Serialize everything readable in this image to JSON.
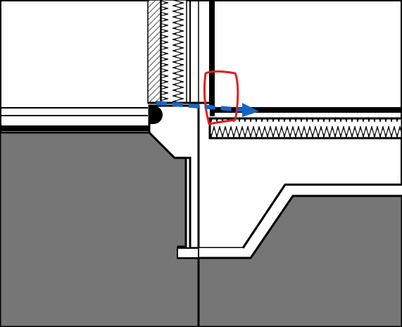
{
  "colors": {
    "background": "#ffffff",
    "concrete_fill": "#767676",
    "outline": "#000000",
    "hatch": "#555555",
    "insulation_zigzag": "#000000",
    "highlight_marker": "#e81c1c",
    "arrow": "#1565c0"
  },
  "elements": {
    "frame": "border",
    "left_slab": "concrete",
    "right_slab": "concrete",
    "wall_hatch": "diagonal-hatch",
    "wall_insulation": "zigzag-insulation",
    "floor_insulation": "zigzag-insulation",
    "highlight": "red-hand-drawn-outline",
    "flow_arrow": "dashed-arrow-right"
  }
}
